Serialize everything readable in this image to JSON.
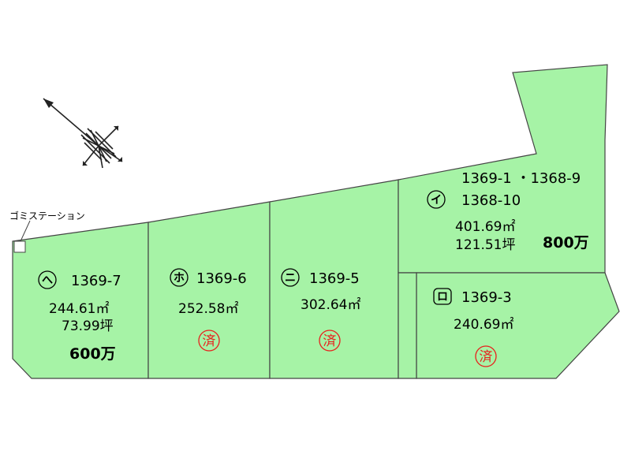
{
  "map": {
    "colors": {
      "lot_fill": "#a6f3a6",
      "lot_stroke": "#444444",
      "sold_mark": "#e8201c"
    },
    "garbage_station_label": "ゴミステーション",
    "sold_mark_text": "済",
    "lots": [
      {
        "id": "he",
        "marker": "へ",
        "marker_shape": "circle",
        "parcel": "1369-7",
        "area_m2": "244.61㎡",
        "area_tsubo": "73.99坪",
        "price": "600万",
        "sold": false
      },
      {
        "id": "ho",
        "marker": "ホ",
        "marker_shape": "circle",
        "parcel": "1369-6",
        "area_m2": "252.58㎡",
        "sold": true
      },
      {
        "id": "ni",
        "marker": "ニ",
        "marker_shape": "circle",
        "parcel": "1369-5",
        "area_m2": "302.64㎡",
        "sold": true
      },
      {
        "id": "i",
        "marker": "イ",
        "marker_shape": "circle",
        "parcel_line1": "1369-1 ・1368-9",
        "parcel_line2": "1368-10",
        "area_m2": "401.69㎡",
        "area_tsubo": "121.51坪",
        "price": "800万",
        "sold": false
      },
      {
        "id": "ro",
        "marker": "ロ",
        "marker_shape": "rounded-square",
        "parcel": "1369-3",
        "area_m2": "240.69㎡",
        "sold": true
      }
    ],
    "compass": {
      "icon": "compass-rose-icon"
    }
  }
}
